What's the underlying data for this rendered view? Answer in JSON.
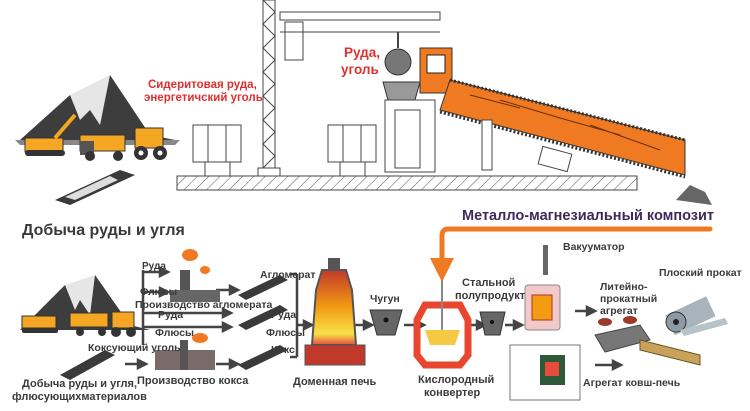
{
  "top_section": {
    "siderite_label_line1": "Сидеритовая руда,",
    "siderite_label_line2": "энергетичский уголь",
    "ore_coal_label_line1": "Руда,",
    "ore_coal_label_line2": "уголь",
    "mining_label": "Добыча руды и угля"
  },
  "composite_label": "Металло-магнезиальный композит",
  "bottom_section": {
    "mining_label_line1": "Добыча руды и угля,",
    "mining_label_line2": "флюсующихматериалов",
    "sinter_inputs": [
      "Руда",
      "Флюсы"
    ],
    "sinter_production": "Производство агломерата",
    "direct_inputs": [
      "Руда",
      "Флюсы"
    ],
    "coking_coal": "Коксующий уголь",
    "coke_production": "Производство кокса",
    "furnace_inputs": [
      "Агломерат",
      "Руда",
      "Флюсы",
      "Кокс"
    ],
    "blast_furnace": "Доменная печь",
    "pig_iron": "Чугун",
    "converter_line1": "Кислородный",
    "converter_line2": "конвертер",
    "steel_semi_line1": "Стальной",
    "steel_semi_line2": "полупродукт",
    "vacuum": "Вакууматор",
    "casting_line1": "Литейно-",
    "casting_line2": "прокатный",
    "casting_line3": "агрегат",
    "flat_rolled": "Плоский прокат",
    "ladle_furnace": "Агрегат ковш-печь"
  },
  "colors": {
    "accent_orange": "#f07a22",
    "label_red": "#e0302e",
    "label_purple": "#3b2a5a",
    "machine_yellow": "#f5a623"
  }
}
